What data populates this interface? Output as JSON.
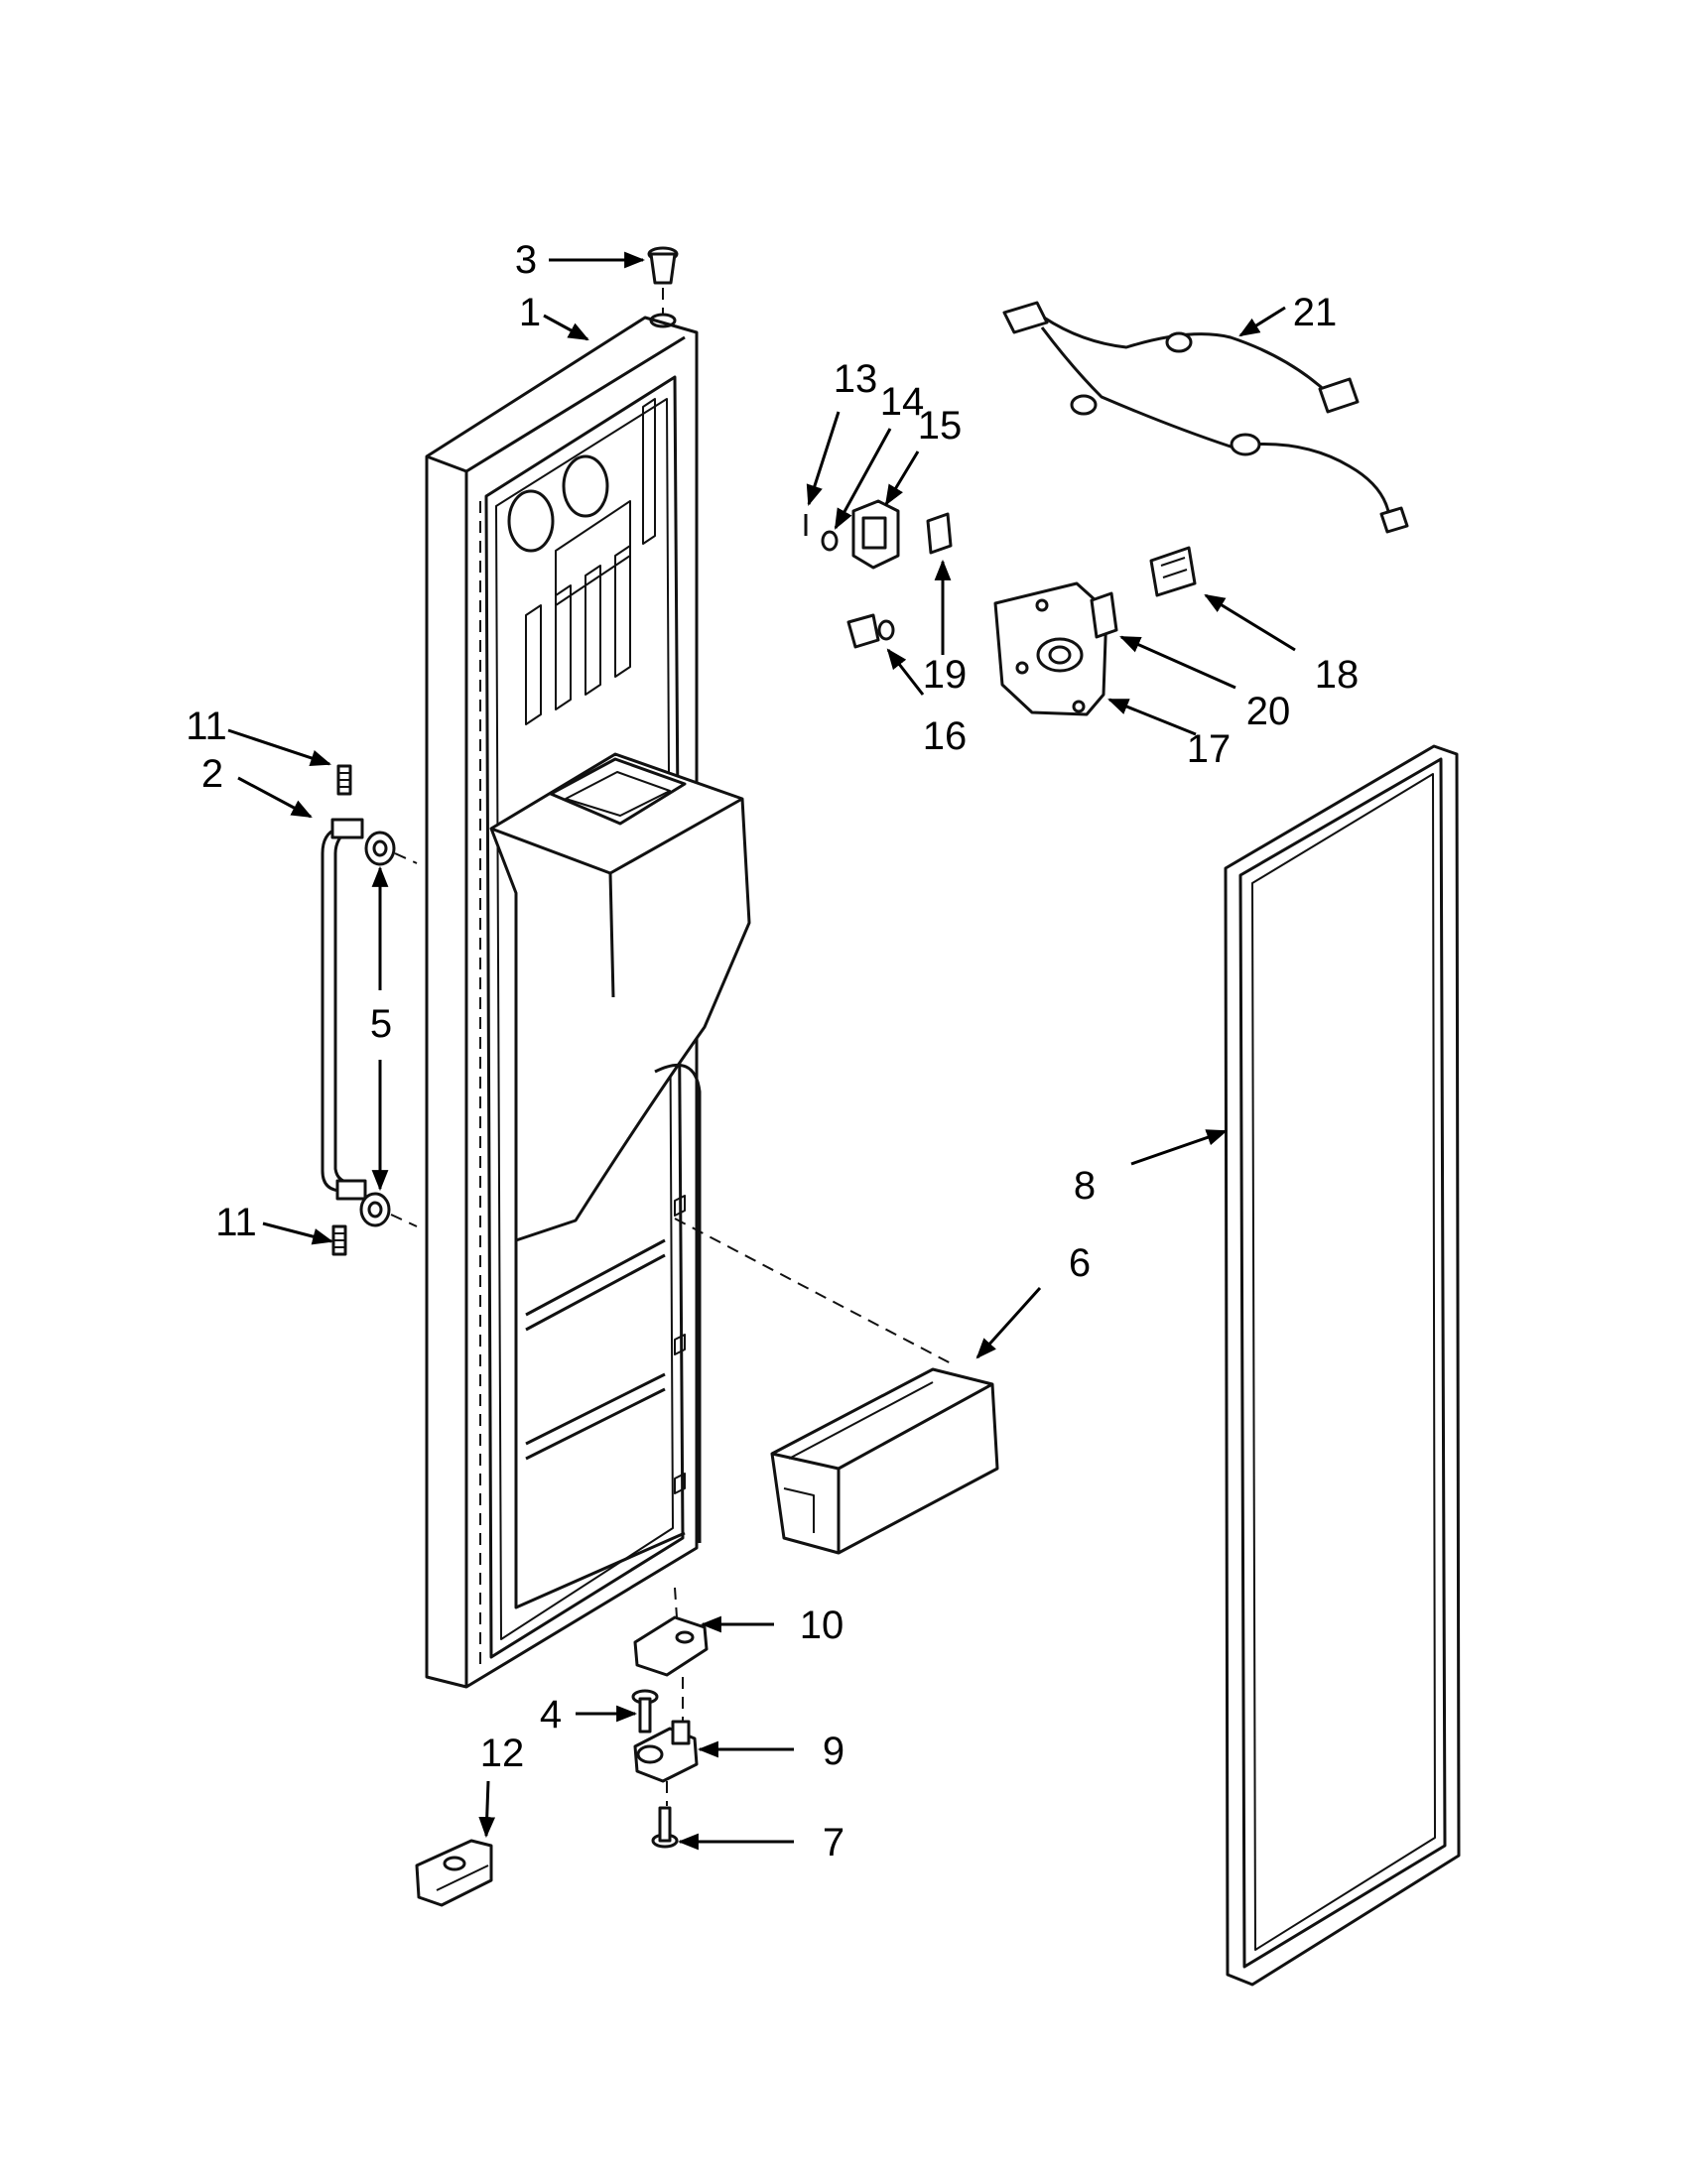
{
  "labels": {
    "p1": "1",
    "p2": "2",
    "p3": "3",
    "p4": "4",
    "p5": "5",
    "p6": "6",
    "p7": "7",
    "p8": "8",
    "p9": "9",
    "p10": "10",
    "p11a": "11",
    "p11b": "11",
    "p12": "12",
    "p13": "13",
    "p14": "14",
    "p15": "15",
    "p16": "16",
    "p17": "17",
    "p18": "18",
    "p19": "19",
    "p20": "20",
    "p21": "21"
  }
}
